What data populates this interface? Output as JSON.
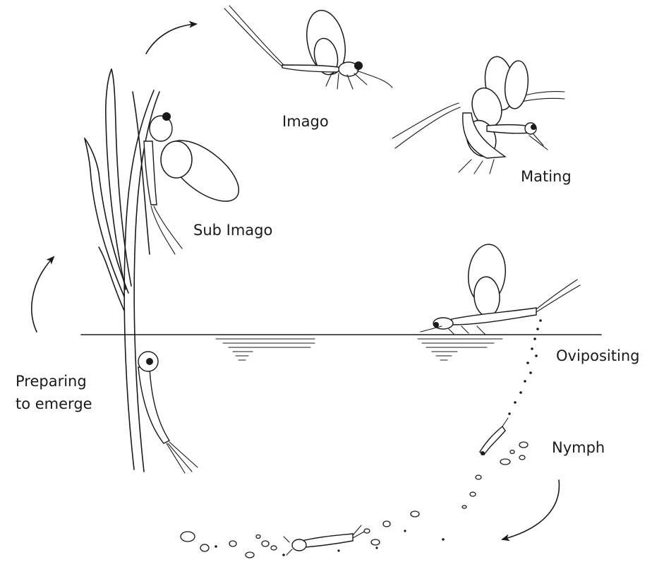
{
  "diagram": {
    "labels": {
      "imago": "Imago",
      "mating": "Mating",
      "sub_imago": "Sub Imago",
      "ovipositing": "Ovipositing",
      "nymph": "Nymph",
      "preparing_line1": "Preparing",
      "preparing_line2": "to emerge"
    }
  }
}
